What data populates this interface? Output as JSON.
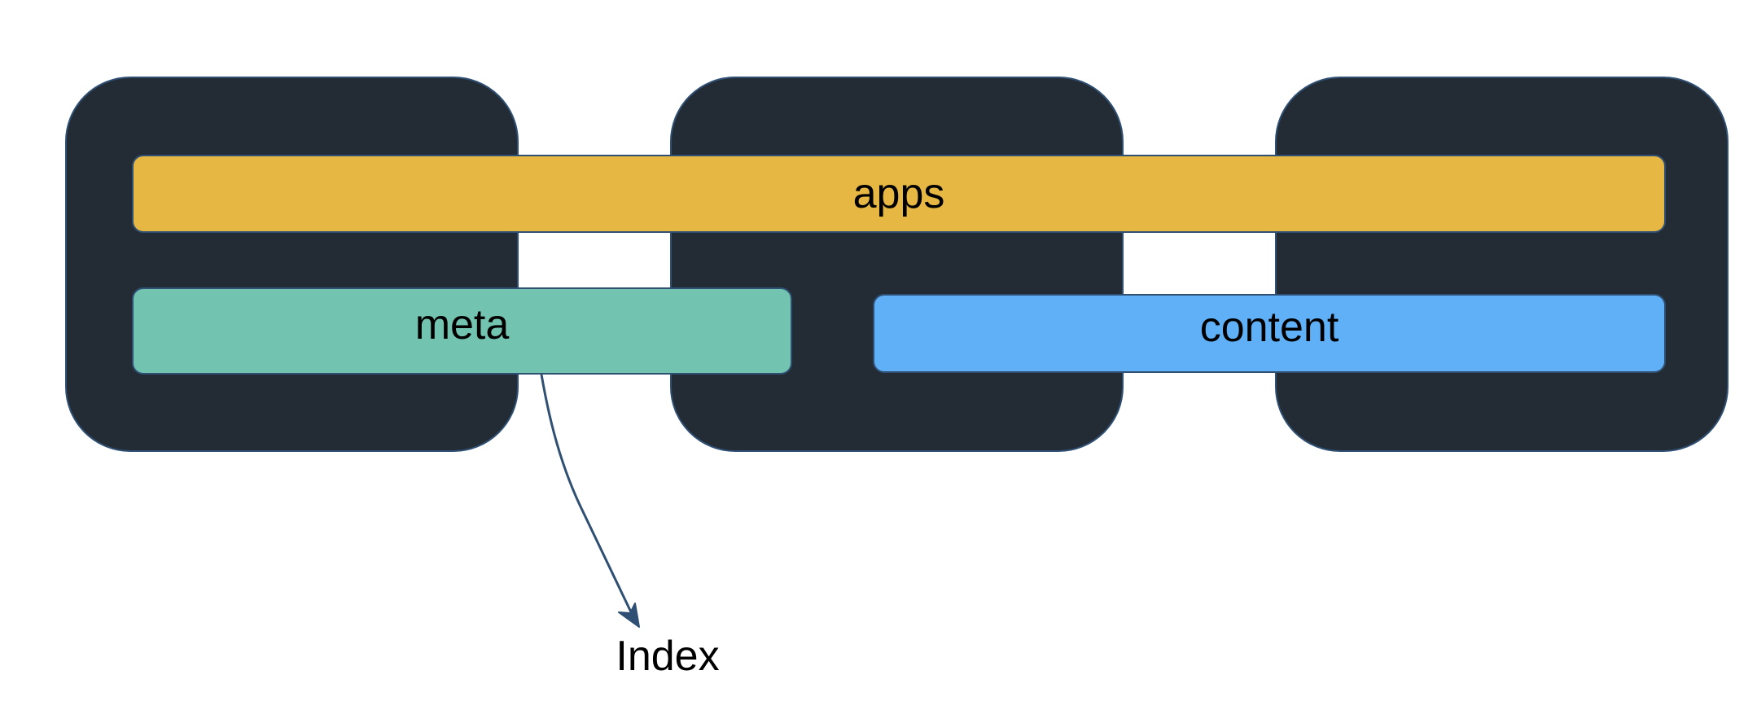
{
  "diagram": {
    "nodes": [
      {
        "id": "node-1"
      },
      {
        "id": "node-2"
      },
      {
        "id": "node-3"
      }
    ],
    "bars": {
      "apps": {
        "label": "apps",
        "color": "#e6b743"
      },
      "meta": {
        "label": "meta",
        "color": "#72c3b0"
      },
      "content": {
        "label": "content",
        "color": "#60b0f8"
      }
    },
    "arrow": {
      "from": "meta",
      "to": "Index"
    },
    "index_label": "Index",
    "colors": {
      "node_fill": "#232c35",
      "outline": "#2f4f73",
      "background": "#ffffff"
    }
  }
}
